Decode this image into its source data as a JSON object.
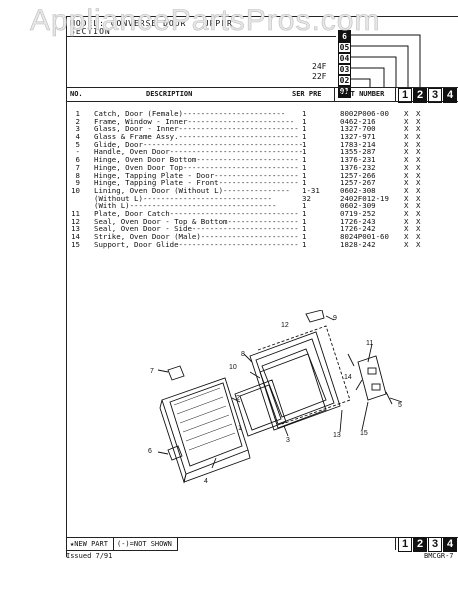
{
  "watermark": "AppliancePartsPros.com",
  "header": {
    "model_line": "MODEL: CONVERSE  DOOR - UPPER",
    "section_line": "SECTION",
    "codes": [
      "24F",
      "22F"
    ],
    "code_boxes": [
      "6",
      "05",
      "04",
      "03",
      "02",
      "01"
    ]
  },
  "columns": {
    "no": "NO.",
    "description": "DESCRIPTION",
    "ser_pre": "SER PRE",
    "part_number": "PART NUMBER",
    "variants": [
      "1",
      "2",
      "3",
      "4"
    ]
  },
  "parts": [
    {
      "no": "1",
      "desc": "Catch, Door (Female)-----------------------",
      "qty": "1",
      "part": "8002P006-00",
      "m1": "X",
      "m2": "X"
    },
    {
      "no": "2",
      "desc": "Frame, Window - Inner------------------------",
      "qty": "1",
      "part": "0462-216",
      "m1": "X",
      "m2": "X"
    },
    {
      "no": "3",
      "desc": "Glass, Door - Inner---------------------------",
      "qty": "1",
      "part": "1327-700",
      "m1": "X",
      "m2": "X"
    },
    {
      "no": "4",
      "desc": "Glass & Frame Assy.---------------------------",
      "qty": "1",
      "part": "1327-971",
      "m1": "X",
      "m2": "X"
    },
    {
      "no": "5",
      "desc": "Glide, Door------------------------------------",
      "qty": "1",
      "part": "1783-214",
      "m1": "X",
      "m2": "X"
    },
    {
      "no": "-",
      "desc": "Handle, Oven Door------------------------------",
      "qty": "1",
      "part": "1355-287",
      "m1": "X",
      "m2": "X"
    },
    {
      "no": "6",
      "desc": "Hinge, Oven Door Bottom-----------------------",
      "qty": "1",
      "part": "1376-231",
      "m1": "X",
      "m2": "X"
    },
    {
      "no": "7",
      "desc": "Hinge, Oven Door Top--------------------------",
      "qty": "1",
      "part": "1376-232",
      "m1": "X",
      "m2": "X"
    },
    {
      "no": "8",
      "desc": "Hinge, Tapping Plate - Door-------------------",
      "qty": "1",
      "part": "1257-266",
      "m1": "X",
      "m2": "X"
    },
    {
      "no": "9",
      "desc": "Hinge, Tapping Plate - Front------------------",
      "qty": "1",
      "part": "1257-267",
      "m1": "X",
      "m2": "X"
    },
    {
      "no": "10",
      "desc": "Lining, Oven Door (Without L)---------------",
      "qty": "1-31",
      "part": "0602-308",
      "m1": "X",
      "m2": "X"
    },
    {
      "no": "",
      "desc": "  (Without L)-----------------------------",
      "qty": "32",
      "part": "2402F012-19",
      "m1": "X",
      "m2": "X"
    },
    {
      "no": "",
      "desc": "  (With L)---------------------------------",
      "qty": "1",
      "part": "0602-309",
      "m1": "X",
      "m2": "X"
    },
    {
      "no": "11",
      "desc": "Plate, Door Catch-----------------------------",
      "qty": "1",
      "part": "0719-252",
      "m1": "X",
      "m2": "X"
    },
    {
      "no": "12",
      "desc": "Seal, Oven Door - Top & Bottom----------------",
      "qty": "1",
      "part": "1726-243",
      "m1": "X",
      "m2": "X"
    },
    {
      "no": "13",
      "desc": "Seal, Oven Door - Side------------------------",
      "qty": "1",
      "part": "1726-242",
      "m1": "X",
      "m2": "X"
    },
    {
      "no": "14",
      "desc": "Strike, Oven Door (Male)----------------------",
      "qty": "1",
      "part": "8024P001-60",
      "m1": "X",
      "m2": "X"
    },
    {
      "no": "15",
      "desc": "Support, Door Glide---------------------------",
      "qty": "1",
      "part": "1828-242",
      "m1": "X",
      "m2": "X"
    }
  ],
  "diagram": {
    "callouts": [
      "1",
      "2",
      "3",
      "4",
      "5",
      "6",
      "7",
      "8",
      "9",
      "10",
      "11",
      "12",
      "13",
      "14",
      "15"
    ]
  },
  "footer": {
    "new_part": "★NEW PART",
    "not_shown": "(-)=NOT SHOWN",
    "issued": "Issued 7/91",
    "page_code": "BMCGR-7",
    "variants": [
      "1",
      "2",
      "3",
      "4"
    ]
  },
  "colors": {
    "ink": "#111111",
    "paper": "#ffffff"
  }
}
